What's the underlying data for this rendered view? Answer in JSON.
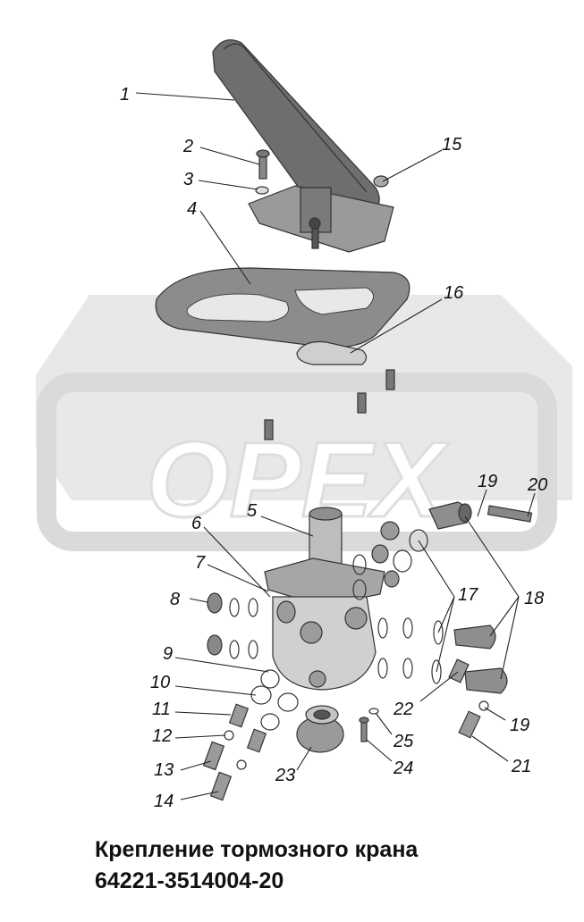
{
  "title": {
    "line1": "Крепление тормозного крана",
    "line2": "64221-3514004-20"
  },
  "watermark": {
    "text": "OPEX"
  },
  "callouts": [
    {
      "id": "c1",
      "label": "1"
    },
    {
      "id": "c2",
      "label": "2"
    },
    {
      "id": "c3",
      "label": "3"
    },
    {
      "id": "c4",
      "label": "4"
    },
    {
      "id": "c15",
      "label": "15"
    },
    {
      "id": "c16",
      "label": "16"
    },
    {
      "id": "c19a",
      "label": "19"
    },
    {
      "id": "c20",
      "label": "20"
    },
    {
      "id": "c6",
      "label": "6"
    },
    {
      "id": "c5",
      "label": "5"
    },
    {
      "id": "c7",
      "label": "7"
    },
    {
      "id": "c8",
      "label": "8"
    },
    {
      "id": "c17",
      "label": "17"
    },
    {
      "id": "c18",
      "label": "18"
    },
    {
      "id": "c9",
      "label": "9"
    },
    {
      "id": "c10",
      "label": "10"
    },
    {
      "id": "c11",
      "label": "11"
    },
    {
      "id": "c22",
      "label": "22"
    },
    {
      "id": "c19b",
      "label": "19"
    },
    {
      "id": "c12",
      "label": "12"
    },
    {
      "id": "c25",
      "label": "25"
    },
    {
      "id": "c13",
      "label": "13"
    },
    {
      "id": "c24",
      "label": "24"
    },
    {
      "id": "c21",
      "label": "21"
    },
    {
      "id": "c23",
      "label": "23"
    },
    {
      "id": "c14",
      "label": "14"
    }
  ],
  "colors": {
    "part_fill": "#8a8a8a",
    "part_dark": "#4a4a4a",
    "part_light": "#c8c8c8",
    "watermark_gray": "#b0b0b0",
    "line": "#222222"
  }
}
